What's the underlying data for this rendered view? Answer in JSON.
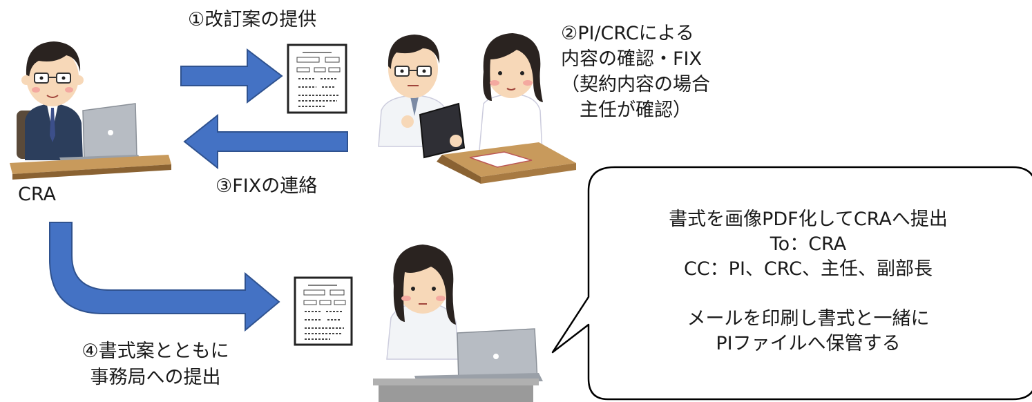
{
  "steps": {
    "step1": "①改訂案の提供",
    "step2": [
      "②PI/CRCによる",
      "内容の確認・FIX",
      "（契約内容の場合",
      "　主任が確認）"
    ],
    "step3": "③FIXの連絡",
    "step4": [
      "④書式案とともに",
      "事務局への提出"
    ]
  },
  "actors": {
    "cra_label": "CRA"
  },
  "bubble": {
    "lines": [
      "書式を画像PDF化してCRAへ提出",
      "To：CRA",
      "CC：PI、CRC、主任、副部長",
      "",
      "メールを印刷し書式と一緒に",
      "PIファイルへ保管する"
    ]
  },
  "colors": {
    "arrow_fill": "#4472c4",
    "arrow_stroke": "#2f528f",
    "desk": "#c89a5c",
    "desk_dark": "#8a6232",
    "laptop": "#b7bcc3",
    "suit": "#2c3e5c",
    "coat": "#f2f4f7",
    "hair": "#2a2320",
    "skin": "#f7d8b8",
    "gray_desk": "#9a9a9a"
  }
}
